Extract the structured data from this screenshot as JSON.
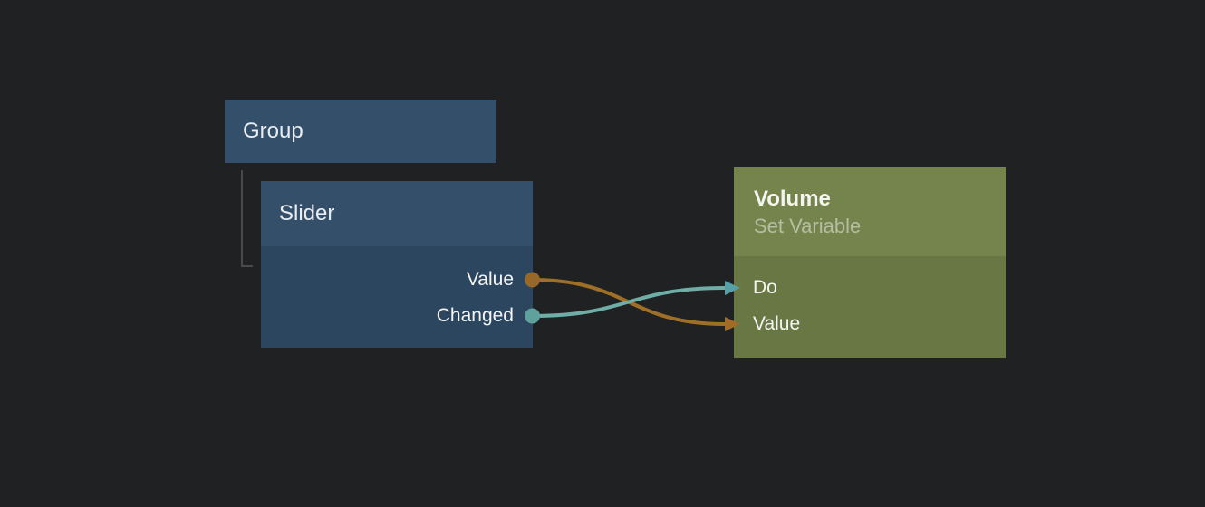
{
  "canvas": {
    "background": "#202122"
  },
  "nodes": {
    "group": {
      "id": "group",
      "title": "Group"
    },
    "slider": {
      "id": "slider",
      "title": "Slider",
      "outputs": [
        {
          "id": "slider-value",
          "label": "Value",
          "color": "#96682a"
        },
        {
          "id": "slider-changed",
          "label": "Changed",
          "color": "#5fa19c"
        }
      ]
    },
    "volume": {
      "id": "volume",
      "title": "Volume",
      "subtitle": "Set Variable",
      "inputs": [
        {
          "id": "volume-do",
          "label": "Do",
          "color": "#57a0a5"
        },
        {
          "id": "volume-value",
          "label": "Value",
          "color": "#a06c28"
        }
      ]
    }
  },
  "connections": [
    {
      "from": "slider-value",
      "to": "volume-value",
      "color": "#9e6f26"
    },
    {
      "from": "slider-changed",
      "to": "volume-do",
      "color": "#6fada7"
    }
  ],
  "hierarchy": [
    {
      "parent": "group",
      "child": "slider",
      "color": "#4a4a4c"
    }
  ],
  "colors": {
    "canvas_bg": "#202122",
    "blue_header": "#344f6a",
    "blue_body": "#2d4660",
    "green_header": "#75834c",
    "green_body": "#697745",
    "hierarchy_line": "#4a4a4c",
    "wire_orange": "#9e6f26",
    "wire_teal": "#6fada7"
  }
}
